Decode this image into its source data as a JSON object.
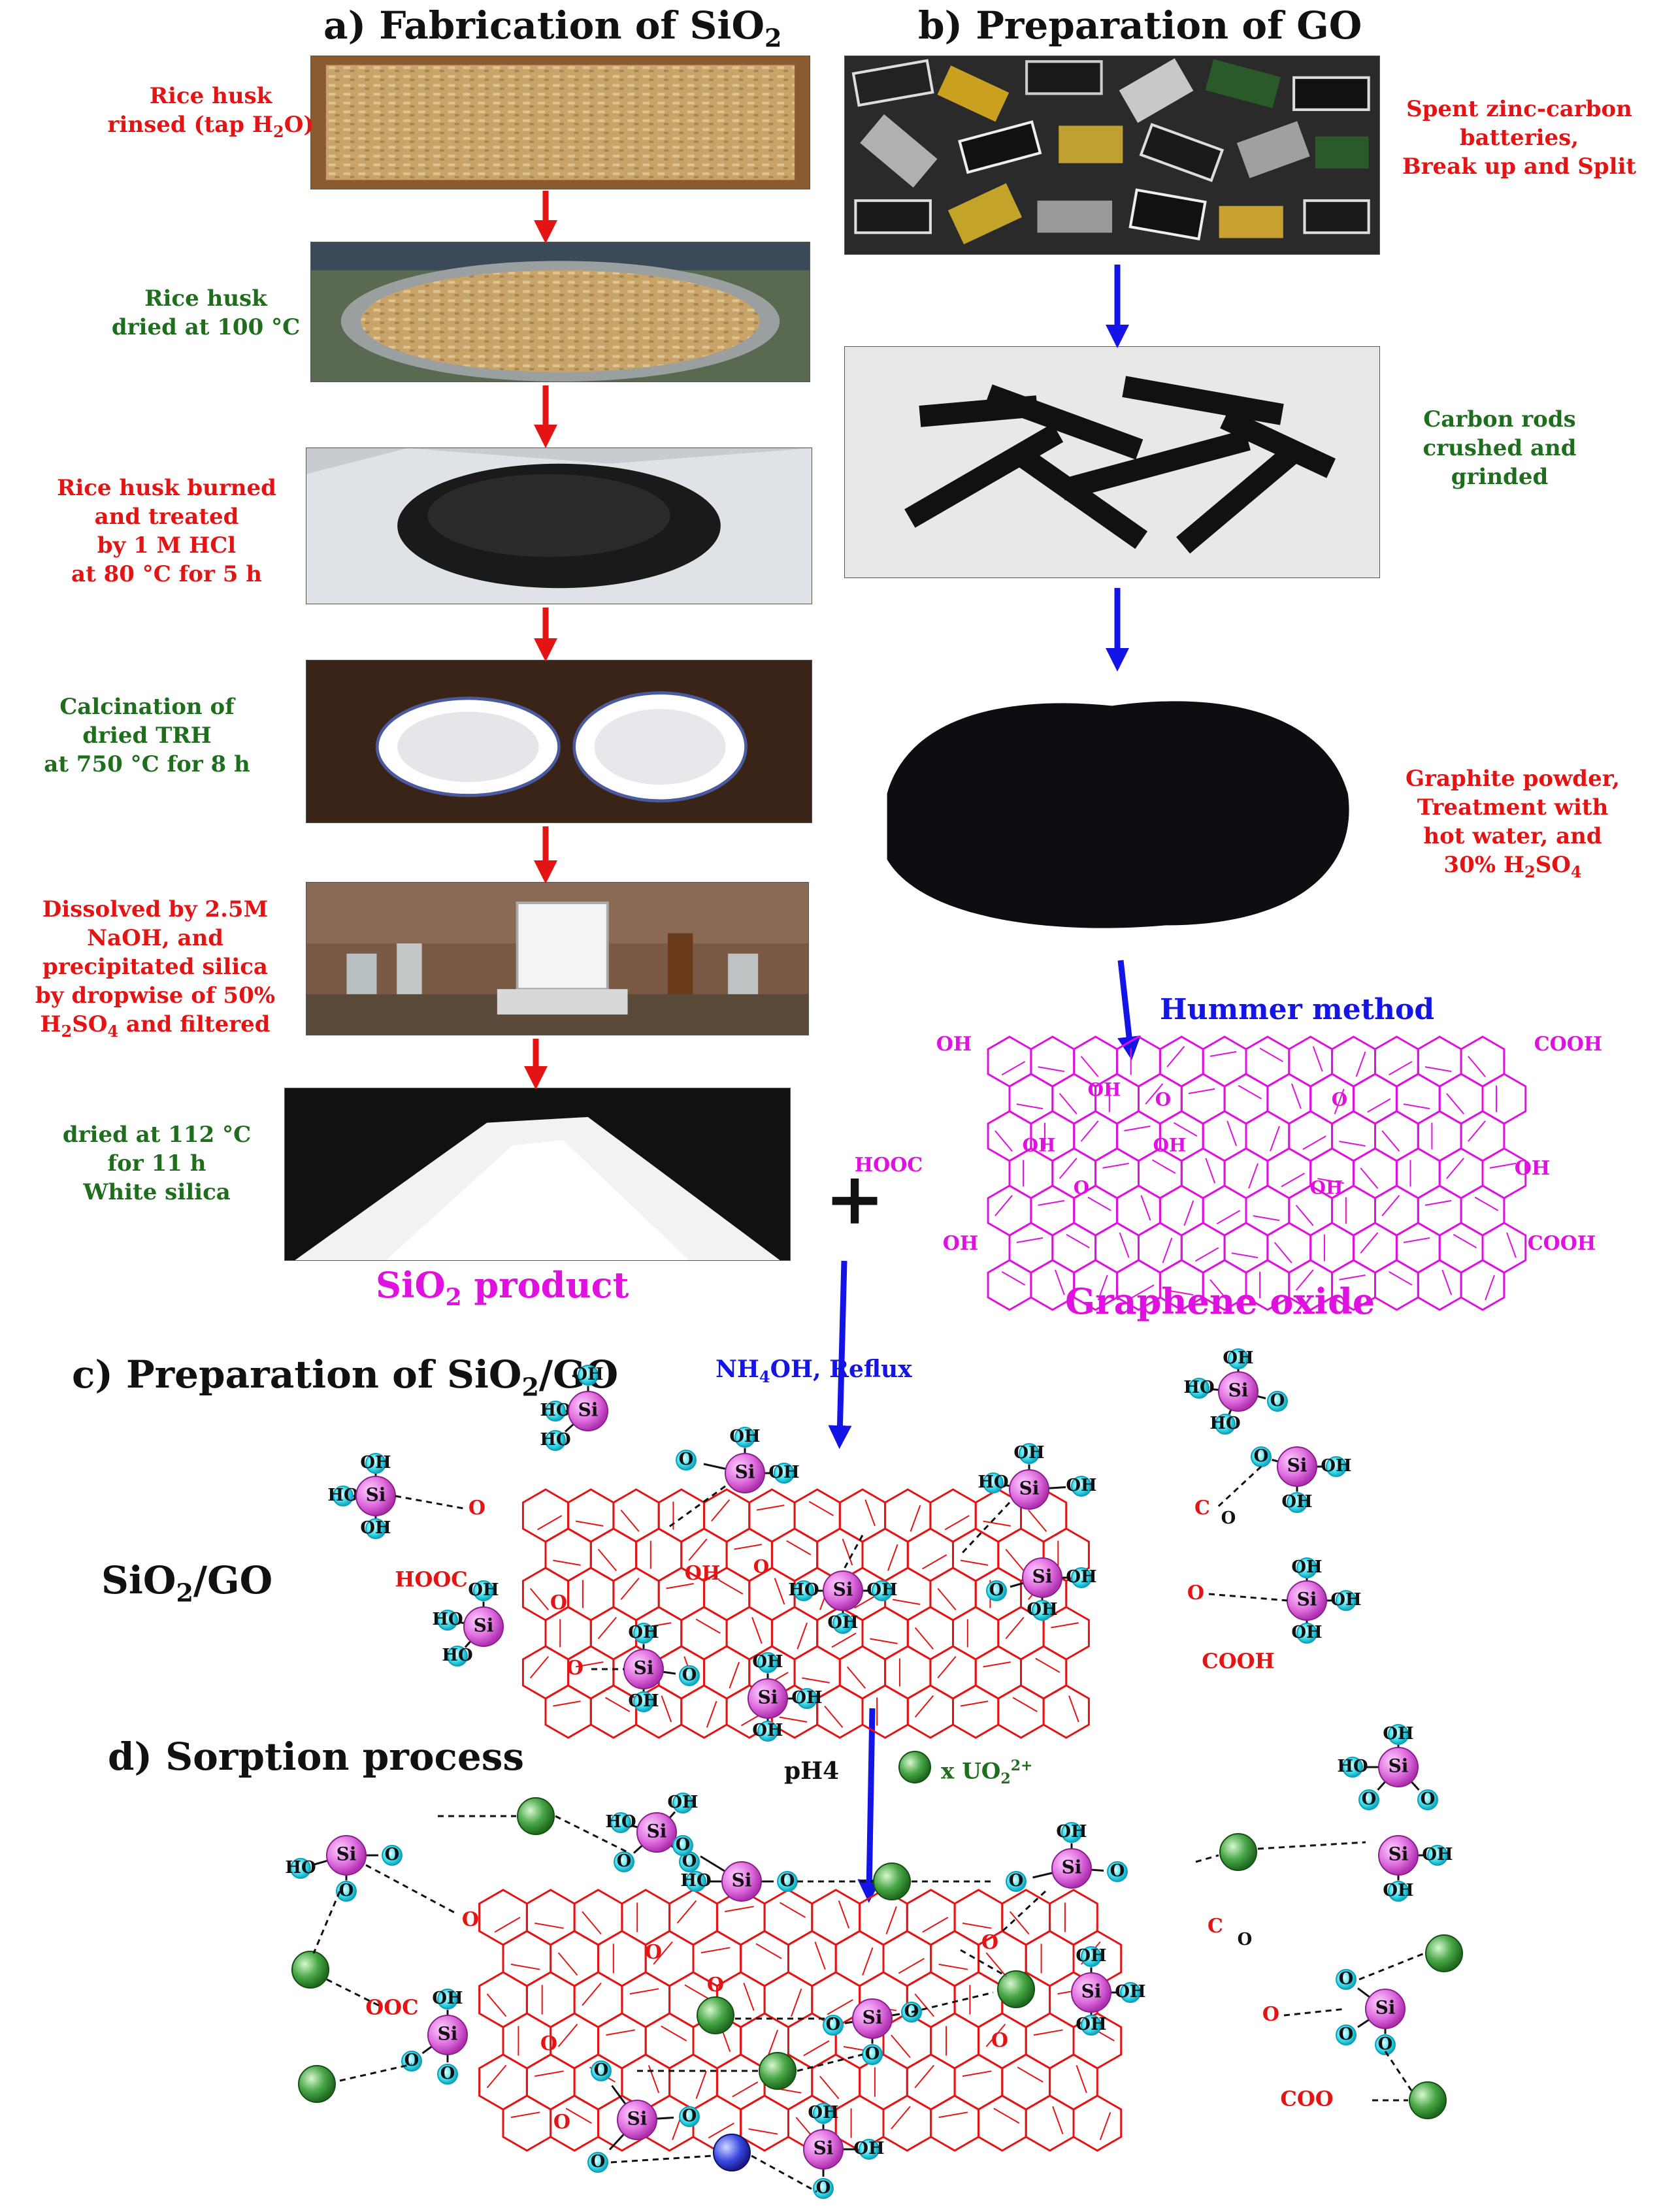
{
  "panels": {
    "a": {
      "title_main": "a) Fabrication of SiO",
      "title_sub": "2"
    },
    "b": {
      "title": "b) Preparation of GO"
    },
    "c": {
      "title_main": "c) Preparation of SiO",
      "title_sub": "2",
      "title_end": "/GO"
    },
    "d": {
      "title": "d) Sorption process"
    }
  },
  "steps_a": [
    {
      "l1": "Rice husk",
      "l2": "rinsed (tap H",
      "l2sub": "2",
      "l2end": "O)"
    },
    {
      "l1": "Rice husk",
      "l2": "dried at 100 °C"
    },
    {
      "l1": "Rice husk  burned",
      "l2": "and treated",
      "l3": "by 1 M HCl",
      "l4": "at 80 °C for 5 h"
    },
    {
      "l1": "Calcination of",
      "l2": "dried TRH",
      "l3": "at 750 °C for 8 h"
    },
    {
      "l1": "Dissolved by 2.5M",
      "l2": "NaOH, and",
      "l3": "precipitated silica",
      "l4": "by dropwise of 50%",
      "l5a": "H",
      "l5sub1": "2",
      "l5b": "SO",
      "l5sub2": "4",
      "l5c": " and filtered"
    },
    {
      "l1": "dried at 112 °C",
      "l2": "for 11 h",
      "l3": "White silica"
    }
  ],
  "steps_b": [
    {
      "l1": "Spent zinc-carbon",
      "l2": "batteries,",
      "l3": "Break up and Split"
    },
    {
      "l1": "Carbon rods",
      "l2": "crushed and",
      "l3": "grinded"
    },
    {
      "l1": "Graphite powder,",
      "l2": "Treatment with",
      "l3": "hot water, and",
      "l4a": "30% H",
      "l4sub1": "2",
      "l4b": "SO",
      "l4sub2": "4"
    }
  ],
  "labels": {
    "sio2_product_a": "SiO",
    "sio2_product_sub": "2",
    "sio2_product_b": " product",
    "graphene_oxide": "Graphene oxide",
    "hummer": "Hummer method",
    "nh4oh_a": "NH",
    "nh4oh_sub": "4",
    "nh4oh_b": "OH, Reflux",
    "sio2go_a": "SiO",
    "sio2go_sub": "2",
    "sio2go_b": "/GO",
    "ph4": "pH4",
    "uo2_a": "x UO",
    "uo2_sub": "2",
    "uo2_sup": "2+",
    "plus": "+"
  },
  "chem": {
    "oh": "OH",
    "ho": "HO",
    "cooh": "COOH",
    "hooc": "HOOC",
    "ooc": "OOC",
    "coo": "COO",
    "o": "O",
    "si": "Si",
    "c": "C"
  },
  "colors": {
    "red_arrow": "#e41414",
    "blue_arrow": "#1414e6",
    "magenta": "#e010e0",
    "go_red": "#e41414",
    "si_ball": "#e070e0",
    "u_ball": "#3a9a3a",
    "o_ball": "#40e0f0"
  }
}
